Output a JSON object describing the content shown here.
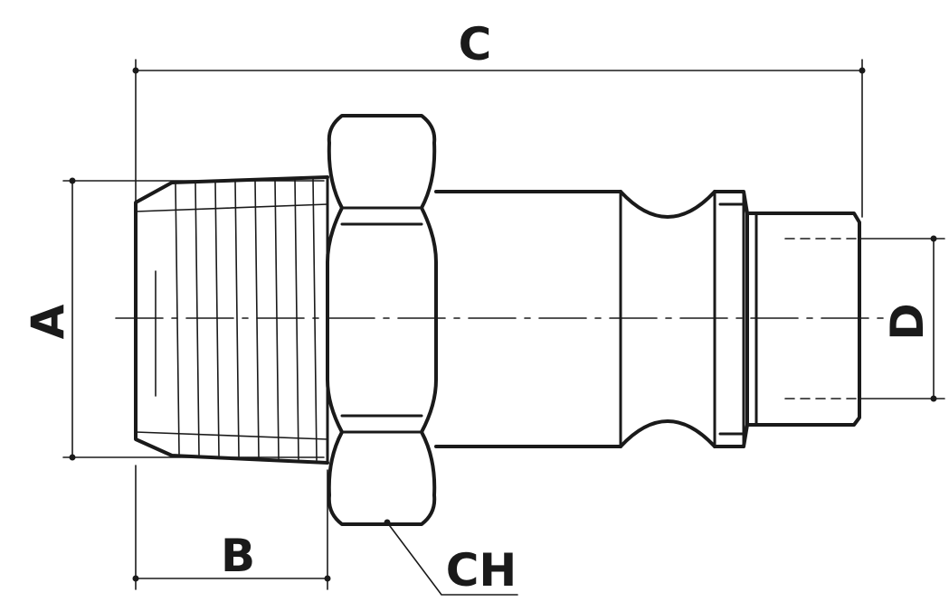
{
  "dimensions": {
    "a_label": "A",
    "b_label": "B",
    "c_label": "C",
    "d_label": "D",
    "ch_label": "CH"
  },
  "colors": {
    "line": "#1a1a1a",
    "background": "#ffffff"
  }
}
